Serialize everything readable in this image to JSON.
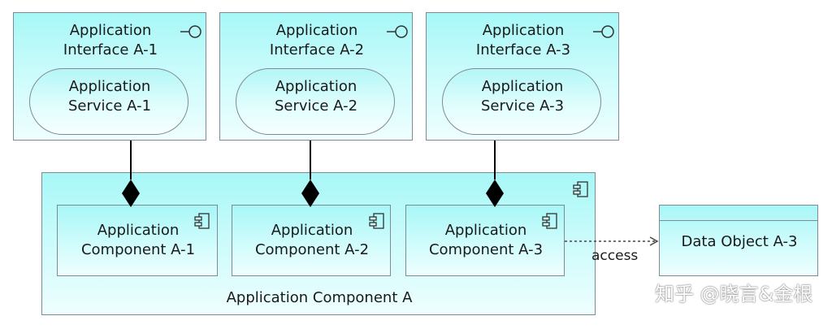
{
  "interfaces": [
    {
      "line1": "Application",
      "line2": "Interface A-1"
    },
    {
      "line1": "Application",
      "line2": "Interface A-2"
    },
    {
      "line1": "Application",
      "line2": "Interface A-3"
    }
  ],
  "services": [
    {
      "line1": "Application",
      "line2": "Service A-1"
    },
    {
      "line1": "Application",
      "line2": "Service A-2"
    },
    {
      "line1": "Application",
      "line2": "Service A-3"
    }
  ],
  "components": [
    {
      "line1": "Application",
      "line2": "Component A-1"
    },
    {
      "line1": "Application",
      "line2": "Component A-2"
    },
    {
      "line1": "Application",
      "line2": "Component A-3"
    }
  ],
  "parent_component": {
    "label": "Application Component A"
  },
  "data_object": {
    "label": "Data Object A-3"
  },
  "relation": {
    "label": "access"
  },
  "watermark": {
    "text": "知乎 @晓言&金根"
  },
  "icons": {
    "interface": "interface-lollipop-icon",
    "component": "component-icon"
  },
  "colors": {
    "fill_top": "#a7f7f7",
    "fill_bottom": "#effefe",
    "border": "#7f8a95"
  }
}
